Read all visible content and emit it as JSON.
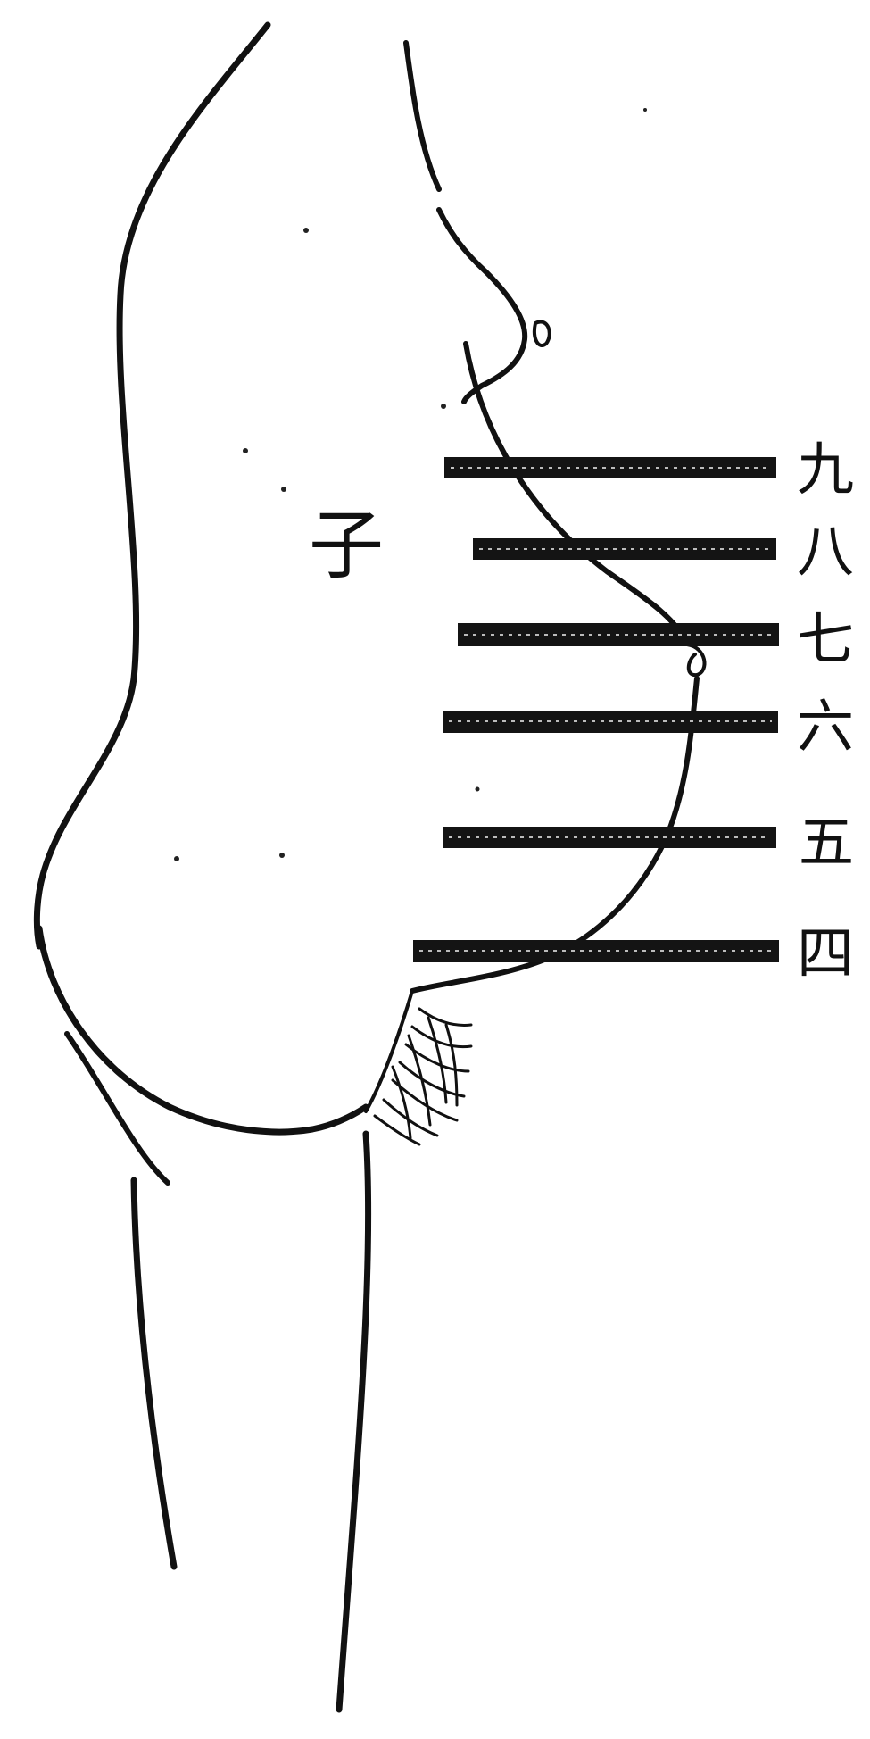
{
  "figure": {
    "body_mark": "子",
    "level_labels": [
      {
        "id": "nine",
        "text": "九"
      },
      {
        "id": "eight",
        "text": "八"
      },
      {
        "id": "seven",
        "text": "七"
      },
      {
        "id": "six",
        "text": "六"
      },
      {
        "id": "five",
        "text": "五"
      },
      {
        "id": "four",
        "text": "四"
      }
    ]
  }
}
